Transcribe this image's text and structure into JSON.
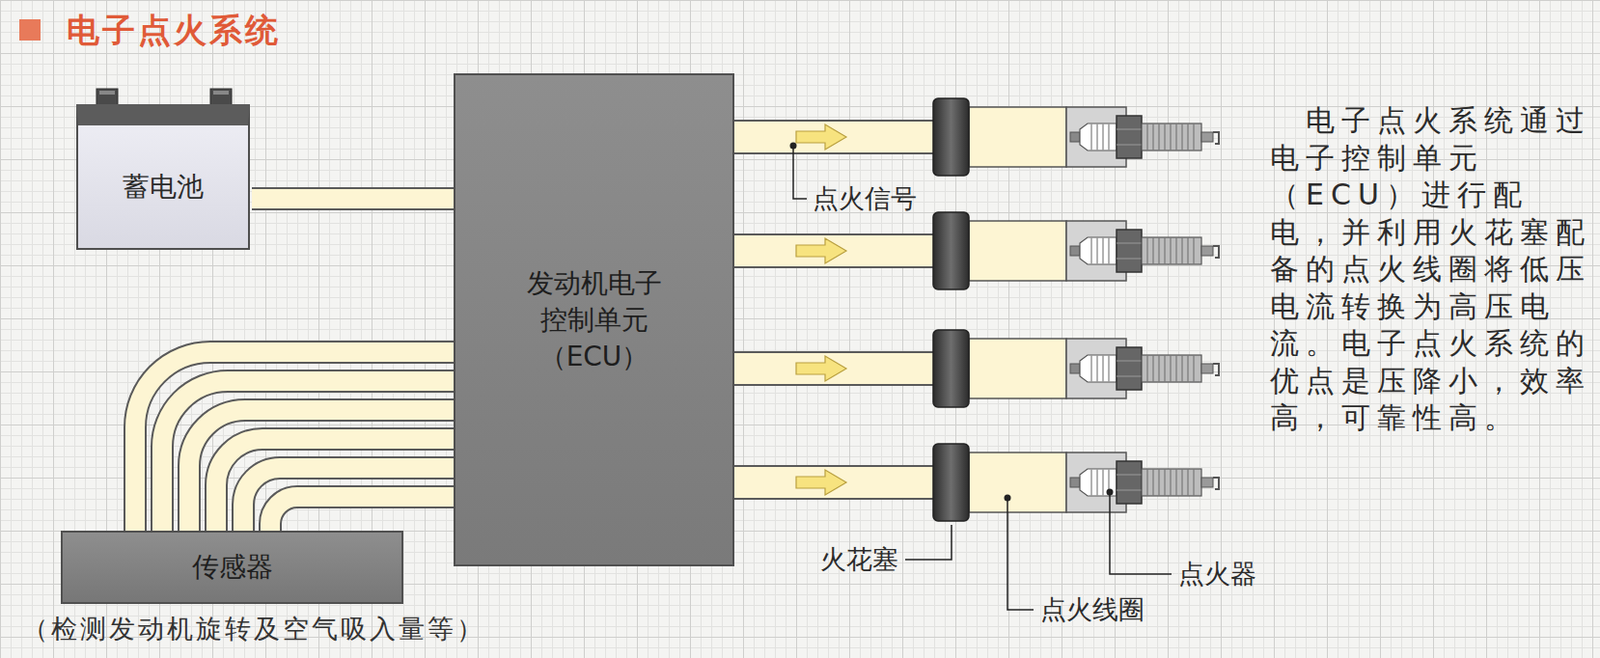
{
  "diagram": {
    "title": "电子点火系统",
    "nodes": [
      {
        "text": [
          "蓄电池"
        ]
      },
      {
        "text": [
          "发动机电子 控制单元 （ECU）"
        ]
      },
      {
        "text": [
          "传感器",
          "（检测发动机旋转及空气吸入量等）"
        ]
      }
    ],
    "edges": [
      {
        "from": 0,
        "to": 1,
        "arrow": "none"
      },
      {
        "from": 2,
        "to": 1,
        "arrow": "none"
      },
      {
        "from": 2,
        "to": 1,
        "arrow": "none"
      },
      {
        "from": 2,
        "to": 1,
        "arrow": "none"
      },
      {
        "from": 2,
        "to": 1,
        "arrow": "none"
      },
      {
        "from": 2,
        "to": 1,
        "arrow": "none"
      },
      {
        "from": 2,
        "to": 1,
        "arrow": "none"
      }
    ],
    "labels": [
      "点火信号",
      "电子点火系统通过电子控制单元（ECU）进行配电，并利用火花塞配备的点火线圈将低压电流转换为高压电流。电子点火系统的优点是压降小，效率高，可靠性高。",
      "火花塞",
      "点火器",
      "点火线圈"
    ]
  }
}
